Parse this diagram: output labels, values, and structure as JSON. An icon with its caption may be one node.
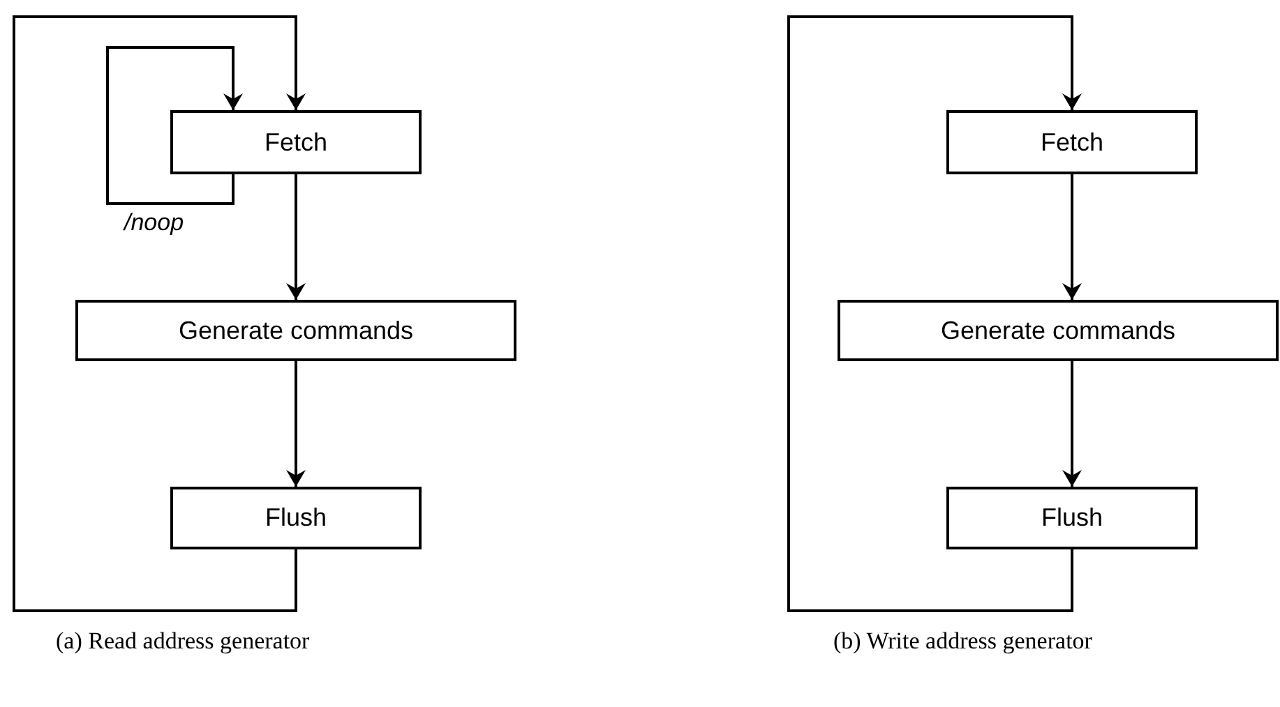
{
  "diagram": {
    "nodes": [
      {
        "text": [
          "Fetch"
        ]
      },
      {
        "text": [
          "Generate commands"
        ]
      },
      {
        "text": [
          "Flush"
        ]
      },
      {
        "text": [
          "Fetch"
        ]
      },
      {
        "text": [
          "Generate commands"
        ]
      },
      {
        "text": [
          "Flush"
        ]
      }
    ],
    "edges": [
      {
        "from": 0,
        "to": 1,
        "arrow": "to"
      },
      {
        "from": 1,
        "to": 2,
        "arrow": "to"
      },
      {
        "from": 2,
        "to": 0,
        "arrow": "to"
      },
      {
        "from": 0,
        "to": 0,
        "arrow": "to",
        "label": "/noop"
      },
      {
        "from": 3,
        "to": 4,
        "arrow": "to"
      },
      {
        "from": 4,
        "to": 5,
        "arrow": "to"
      },
      {
        "from": 5,
        "to": 3,
        "arrow": "to"
      }
    ],
    "labels": [
      "(a) Read address generator",
      "(b) Write address generator"
    ]
  }
}
